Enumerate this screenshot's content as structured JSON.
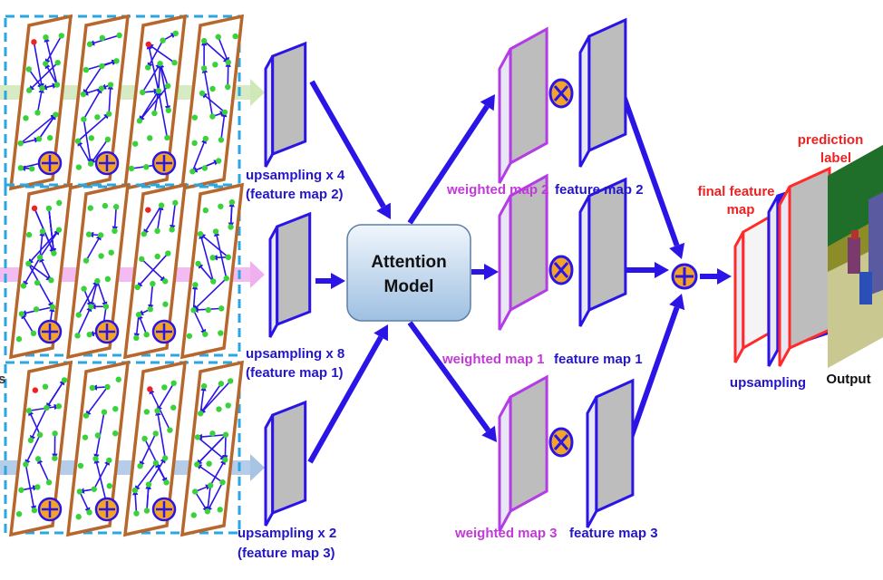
{
  "colors": {
    "arrow": "#2a14e6",
    "map_fill": "#bdbdbd",
    "map_edge_light": "#e8e8f4",
    "weighted_border": "#b43ce6",
    "final_border": "#ff2a2a",
    "grid_border": "#b8672c",
    "dashed_box": "#2aa6e0",
    "plus_fill": "#f2a42a",
    "node_green": "#3ad23a",
    "node_red": "#ee2222",
    "label_blue": "#2416c8",
    "label_magenta": "#c13ad8",
    "label_red": "#ee2222",
    "attention_fill_top": "#f1f6fc",
    "attention_fill_bottom": "#9ec0e2",
    "band_green": "#cfe8b8",
    "band_pink": "#f0b0f0",
    "band_blue": "#a8c4e4"
  },
  "left_labels": {
    "upsample_4": "upsampling x 4",
    "feature_map_2": "(feature map 2)",
    "upsample_8": "upsampling x 8",
    "feature_map_1": "(feature map 1)",
    "upsample_2": "upsampling x 2",
    "feature_map_3": "(feature map 3)"
  },
  "attention": {
    "line1": "Attention",
    "line2": "Model"
  },
  "weighted_labels": {
    "w2": "weighted map 2",
    "w1": "weighted map 1",
    "w3": "weighted map 3"
  },
  "feature_labels": {
    "f2": "feature map 2",
    "f1": "feature map 1",
    "f3": "feature map 3"
  },
  "right_labels": {
    "prediction": "prediction",
    "label": "label",
    "final_feature": "final feature",
    "map": "map",
    "upsampling": "upsampling",
    "output": "Output"
  },
  "edge_fragment": "s",
  "icons": {
    "plus": "circled-plus-icon",
    "times": "circled-times-icon"
  }
}
